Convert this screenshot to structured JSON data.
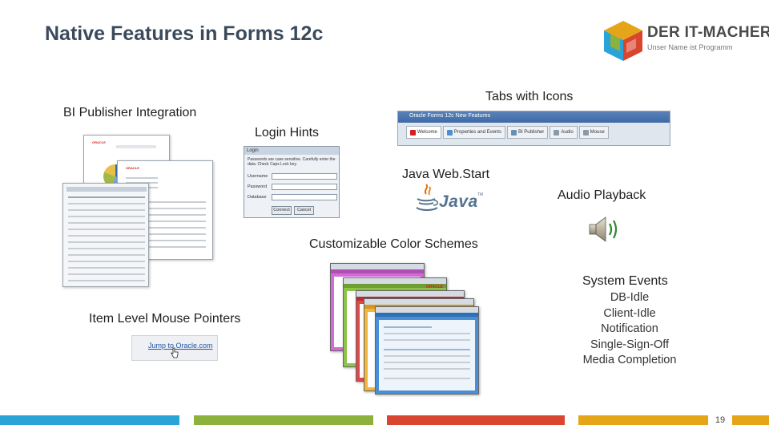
{
  "title": "Native Features in Forms 12c",
  "logo": {
    "name": "DER IT-MACHER",
    "tagline": "Unser Name ist Programm",
    "colors": [
      "#e6a418",
      "#2aa3d6",
      "#d9462f",
      "#8cb13c"
    ]
  },
  "features": {
    "tabs_with_icons": "Tabs with Icons",
    "bi_publisher": "BI Publisher Integration",
    "login_hints": "Login Hints",
    "java_webstart": "Java Web.Start",
    "audio_playback": "Audio Playback",
    "color_schemes": "Customizable Color Schemes",
    "system_events": "System Events",
    "mouse_pointers": "Item Level Mouse Pointers"
  },
  "system_events_list": [
    "DB-Idle",
    "Client-Idle",
    "Notification",
    "Single-Sign-Off",
    "Media Completion"
  ],
  "tabs_sample": {
    "window_title": "Oracle Forms 12c New Features",
    "tabs": [
      "Welcome",
      "Properties and Events",
      "BI Publisher",
      "Audio",
      "Mouse"
    ]
  },
  "login_sample": {
    "window_title": "Login",
    "hint": "Passwords are case sensitive. Carefully enter the data. Check Caps Lock key.",
    "fields": [
      "Username",
      "Password",
      "Database"
    ],
    "buttons": [
      "Connect",
      "Cancel"
    ]
  },
  "java_logo_text": "Java",
  "mouse_pointer_sample": "Jump to Oracle.com",
  "page_number": "19",
  "bottom_bar_colors": [
    "#2aa3d6",
    "#8cb13c",
    "#d9462f",
    "#e6a418"
  ],
  "color_scheme_colors": [
    "#d36bd6",
    "#8ec34a",
    "#e04747",
    "#f2b63c",
    "#4a8fd6"
  ]
}
